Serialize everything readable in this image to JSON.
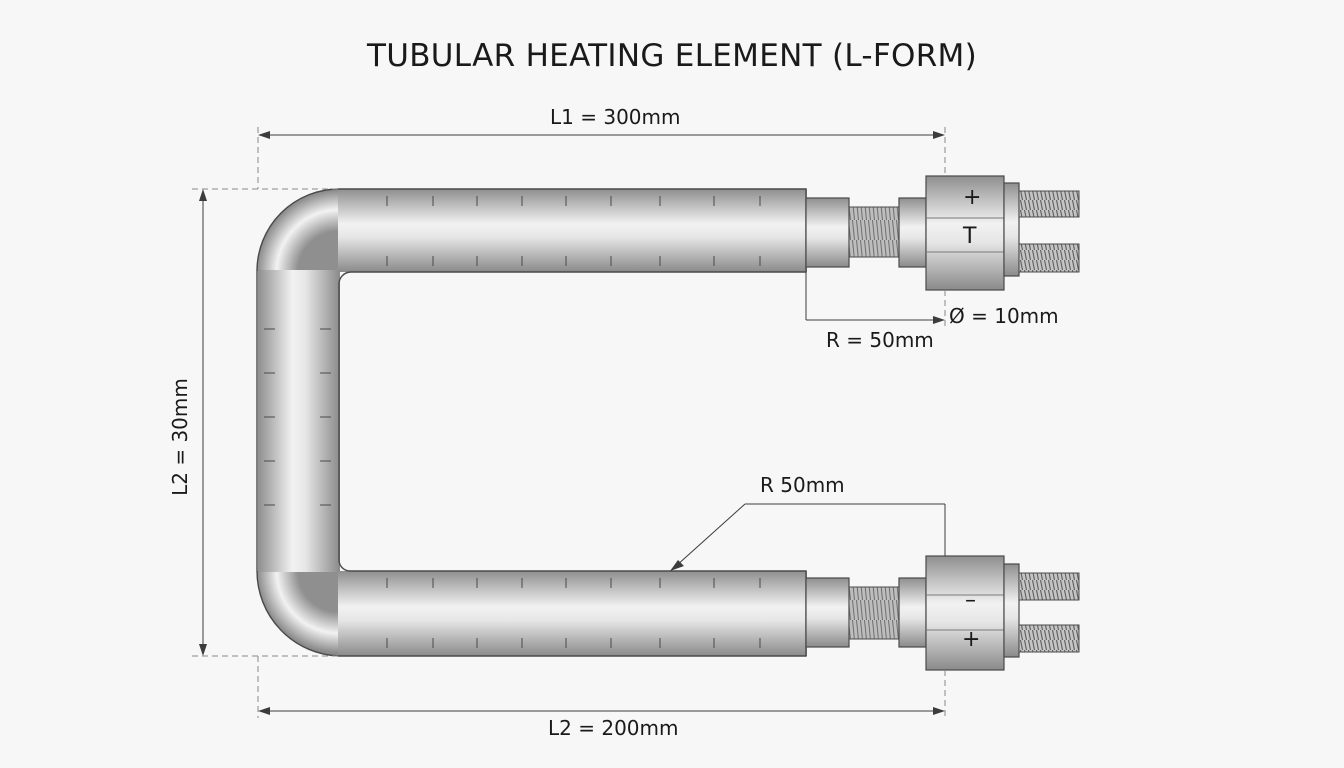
{
  "title": "TUBULAR HEATING ELEMENT (L-FORM)",
  "dimensions": {
    "l1": "L1 = 300mm",
    "l2_vertical": "L2 = 30mm",
    "l2_bottom": "L2 = 200mm",
    "diameter": "Ø = 10mm",
    "radius_upper": "R = 50mm",
    "radius_lower": "R 50mm"
  },
  "terminals": {
    "top": [
      "+",
      "T"
    ],
    "bottom": [
      "–",
      "+"
    ]
  },
  "colors": {
    "line": "#3c3c3c",
    "extension": "#8a8a8a",
    "metal_dark": "#8f8f8f",
    "metal_light": "#f2f2f2"
  }
}
